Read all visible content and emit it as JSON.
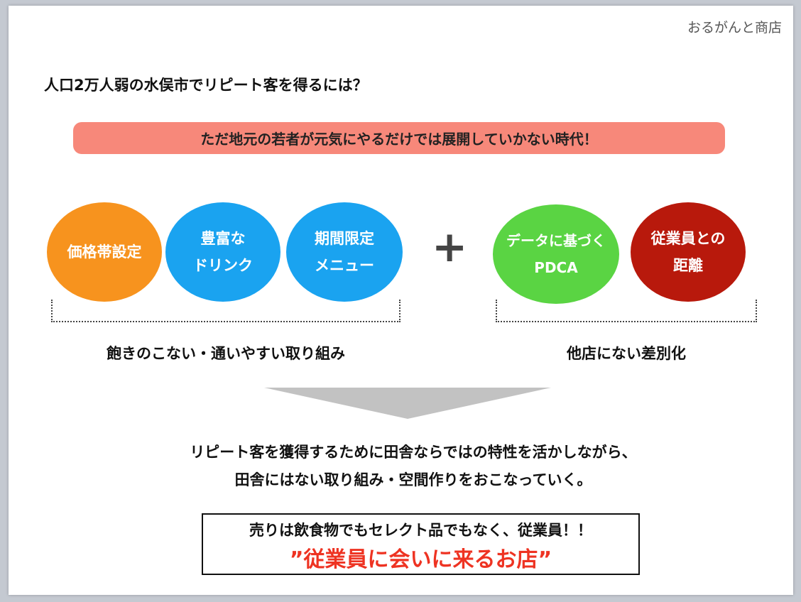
{
  "brand": "おるがんと商店",
  "title": "人口2万人弱の水俣市でリピート客を得るには？",
  "banner": "ただ地元の若者が元気にやるだけでは展開していかない時代！",
  "circles": [
    {
      "text": "価格帯設定",
      "color": "#f7931e"
    },
    {
      "text": "豊富な\nドリンク",
      "color": "#1aa3f0"
    },
    {
      "text": "期間限定\nメニュー",
      "color": "#1aa3f0"
    },
    {
      "text": "データに基づく\nPDCA",
      "color": "#5ad443"
    },
    {
      "text": "従業員との\n距離",
      "color": "#b8190c"
    }
  ],
  "plus": "+",
  "group_labels": [
    "飽きのこない・通いやすい取り組み",
    "他店にない差別化"
  ],
  "conclusion": [
    "リピート客を獲得するために田舎ならではの特性を活かしながら、",
    "田舎にはない取り組み・空間作りをおこなっていく。"
  ],
  "box": {
    "line1": "売りは飲食物でもセレクト品でもなく、従業員！！",
    "line2": "”従業員に会いに来るお店”"
  }
}
